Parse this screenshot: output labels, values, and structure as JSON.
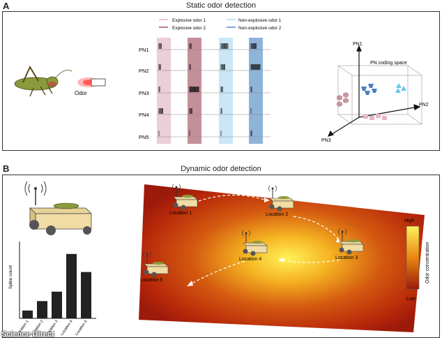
{
  "panelA": {
    "letter": "A",
    "title": "Static odor detection",
    "odor_label": "Odor",
    "legend": {
      "explosive1": "Explosive odor 1",
      "explosive2": "Explosive odor 2",
      "nonexplosive1": "Non-explosive odor 1",
      "nonexplosive2": "Non-explosive odor 2"
    },
    "pn_labels": [
      "PN1",
      "PN2",
      "PN3",
      "PN4",
      "PN5"
    ],
    "coding_space": {
      "title": "PN coding space",
      "axis1": "PN1",
      "axis2": "PN2",
      "axis3": "PN3"
    }
  },
  "panelB": {
    "letter": "B",
    "title": "Dynamic odor detection",
    "locations": [
      "Location 1",
      "Location 2",
      "Location 3",
      "Location 4",
      "Location 5"
    ],
    "colorbar": {
      "high": "High",
      "low": "Low",
      "label": "Odor concentration"
    }
  },
  "chart_data": {
    "type": "bar",
    "categories": [
      "Location 1",
      "Location 2",
      "Location 3",
      "Location 4",
      "Location 5"
    ],
    "values": [
      1,
      2.2,
      3.4,
      8.2,
      5.9
    ],
    "ylabel": "Spike count",
    "ylim": [
      0,
      9.6
    ]
  },
  "colors": {
    "explosive1": "#e8c5cf",
    "explosive2": "#b87b87",
    "nonexplosive1": "#bfe3f4",
    "nonexplosive2": "#7aa7d3"
  },
  "watermark": "Science Direct"
}
